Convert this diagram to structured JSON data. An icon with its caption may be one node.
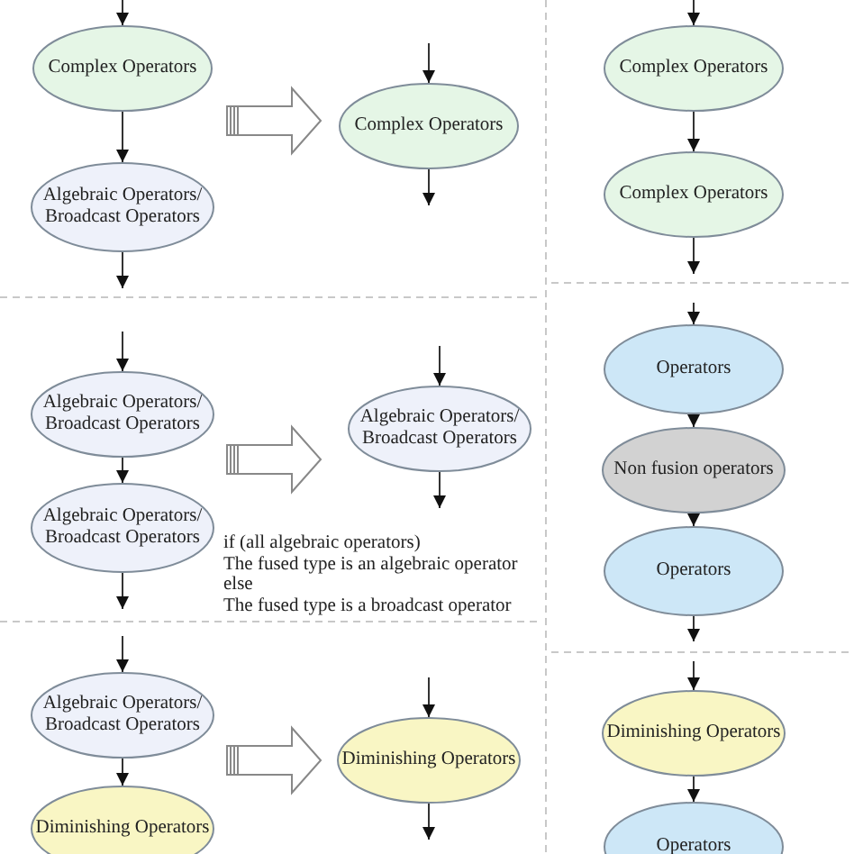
{
  "diagram": {
    "nodes": [
      {
        "text": [
          "Complex Operators"
        ]
      },
      {
        "text": [
          "Algebraic Operators/ Broadcast Operators"
        ]
      },
      {
        "text": [
          "Complex Operators"
        ]
      },
      {
        "text": [
          "Algebraic Operators/ Broadcast Operators"
        ]
      },
      {
        "text": [
          "Algebraic Operators/ Broadcast Operators"
        ]
      },
      {
        "text": [
          "Algebraic Operators/ Broadcast Operators"
        ],
        "beside": [
          "if (all algebraic operators)",
          "The fused type is an algebraic operator",
          "else",
          "The fused type is a broadcast operator"
        ]
      },
      {
        "text": [
          "Algebraic Operators/ Broadcast Operators"
        ]
      },
      {
        "text": [
          "Diminishing Operators"
        ]
      },
      {
        "text": [
          "Diminishing Operators"
        ]
      },
      {
        "text": [
          "Complex Operators"
        ]
      },
      {
        "text": [
          "Complex Operators"
        ]
      },
      {
        "text": [
          "Operators"
        ]
      },
      {
        "text": [
          "Non fusion operators"
        ]
      },
      {
        "text": [
          "Operators"
        ]
      },
      {
        "text": [
          "Diminishing Operators"
        ]
      },
      {
        "text": [
          "Operators"
        ]
      }
    ],
    "edges": [
      {
        "from": null,
        "to": 0,
        "arrow": "to"
      },
      {
        "from": 0,
        "to": 1,
        "arrow": "to"
      },
      {
        "from": 1,
        "to": null,
        "arrow": "to"
      },
      {
        "from": null,
        "to": 2,
        "arrow": "to"
      },
      {
        "from": 2,
        "to": null,
        "arrow": "to"
      },
      {
        "from": null,
        "to": 3,
        "arrow": "to"
      },
      {
        "from": 3,
        "to": 4,
        "arrow": "to"
      },
      {
        "from": 4,
        "to": null,
        "arrow": "to"
      },
      {
        "from": null,
        "to": 5,
        "arrow": "to"
      },
      {
        "from": 5,
        "to": null,
        "arrow": "to"
      },
      {
        "from": null,
        "to": 6,
        "arrow": "to"
      },
      {
        "from": 6,
        "to": 7,
        "arrow": "to"
      },
      {
        "from": null,
        "to": 8,
        "arrow": "to"
      },
      {
        "from": 8,
        "to": null,
        "arrow": "to"
      },
      {
        "from": null,
        "to": 9,
        "arrow": "to"
      },
      {
        "from": 9,
        "to": 10,
        "arrow": "to"
      },
      {
        "from": 10,
        "to": null,
        "arrow": "to"
      },
      {
        "from": null,
        "to": 11,
        "arrow": "to"
      },
      {
        "from": 11,
        "to": 12,
        "arrow": "to"
      },
      {
        "from": 12,
        "to": 13,
        "arrow": "to"
      },
      {
        "from": 13,
        "to": null,
        "arrow": "to"
      },
      {
        "from": null,
        "to": 14,
        "arrow": "to"
      },
      {
        "from": 14,
        "to": 15,
        "arrow": "to"
      }
    ]
  }
}
